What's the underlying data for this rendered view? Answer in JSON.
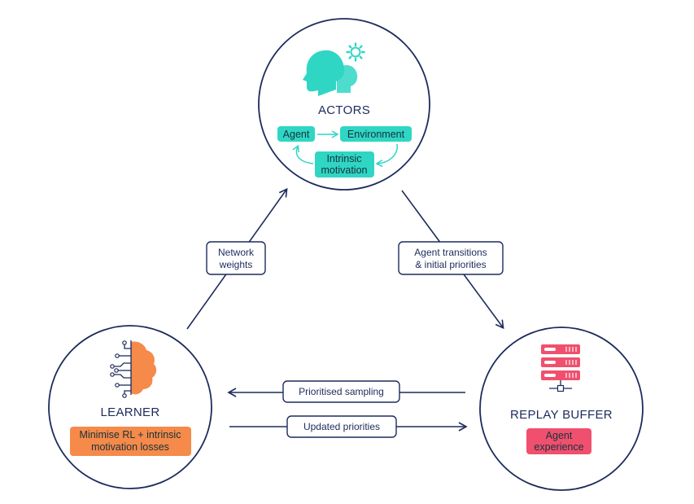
{
  "colors": {
    "navy": "#1d2b5c",
    "teal": "#2fd6c4",
    "orange": "#f58a4b",
    "red": "#f0506e",
    "white": "#ffffff"
  },
  "actors": {
    "title": "ACTORS",
    "icon": "head-gear-icon",
    "agent": "Agent",
    "environment": "Environment",
    "intrinsic_line1": "Intrinsic",
    "intrinsic_line2": "motivation"
  },
  "learner": {
    "title": "LEARNER",
    "icon": "brain-circuit-icon",
    "box_line1": "Minimise RL + intrinsic",
    "box_line2": "motivation losses"
  },
  "replay_buffer": {
    "title": "REPLAY BUFFER",
    "icon": "server-stack-icon",
    "box_line1": "Agent",
    "box_line2": "experience"
  },
  "edges": {
    "network_weights_line1": "Network",
    "network_weights_line2": "weights",
    "agent_transitions_line1": "Agent transitions",
    "agent_transitions_line2": "& initial priorities",
    "prioritised_sampling": "Prioritised sampling",
    "updated_priorities": "Updated priorities"
  }
}
